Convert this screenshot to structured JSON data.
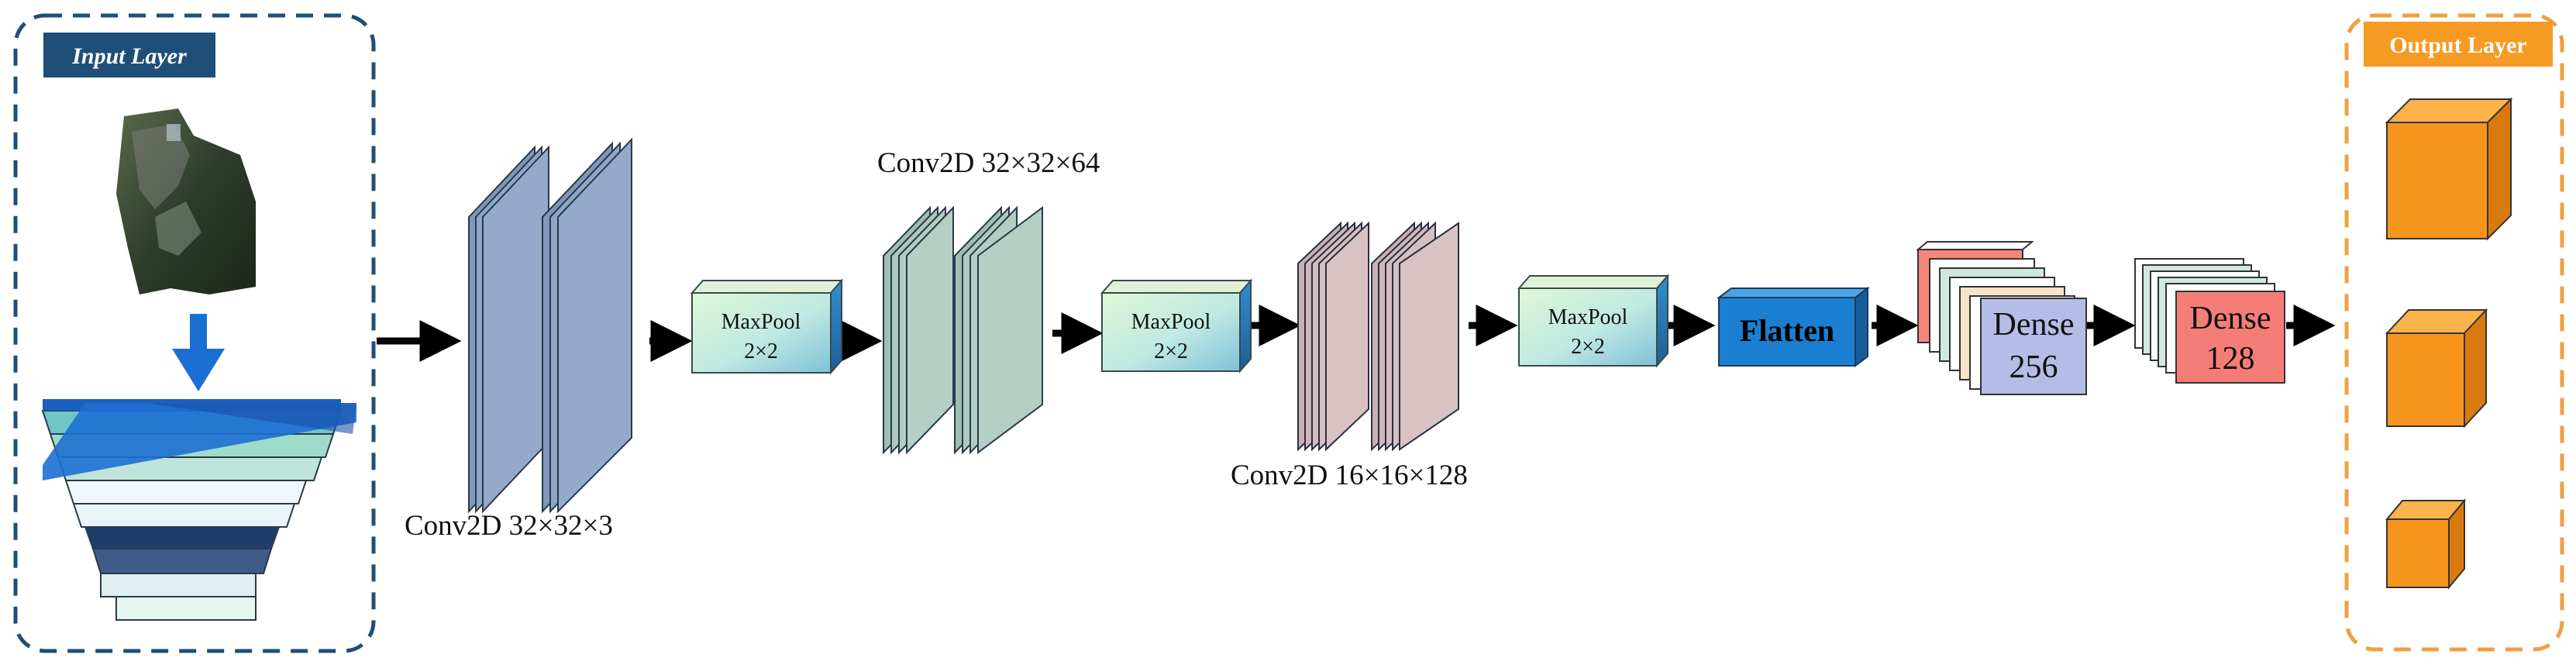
{
  "input_layer": {
    "title": "Input Layer"
  },
  "output_layer": {
    "title": "Output Layer"
  },
  "conv1": {
    "label": "Conv2D 32×32×3"
  },
  "conv2": {
    "label": "Conv2D 32×32×64"
  },
  "conv3": {
    "label": "Conv2D 16×16×128"
  },
  "pool1": {
    "name": "MaxPool",
    "size": "2×2"
  },
  "pool2": {
    "name": "MaxPool",
    "size": "2×2"
  },
  "pool3": {
    "name": "MaxPool",
    "size": "2×2"
  },
  "flatten": {
    "label": "Flatten"
  },
  "dense1": {
    "name": "Dense",
    "units": "256"
  },
  "dense2": {
    "name": "Dense",
    "units": "128"
  },
  "colors": {
    "input_frame": "#1f4e79",
    "input_title_bg": "#1f4e79",
    "output_frame": "#f0a040",
    "output_title_bg": "#f59a23",
    "conv1_fill": "#8ea6c8",
    "conv2_fill": "#b5cfc4",
    "conv3_fill": "#d9c2c4",
    "flatten_fill": "#1b7fd1",
    "dense1_face": "#b4bde6",
    "dense2_face": "#f47e77",
    "output_cube": "#f7941d",
    "arrow": "#000000"
  }
}
